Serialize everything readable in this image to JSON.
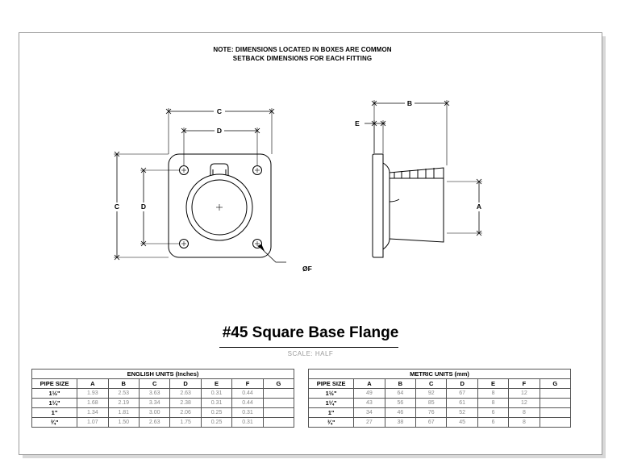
{
  "note": {
    "line1": "NOTE: DIMENSIONS LOCATED IN BOXES ARE COMMON",
    "line2": "SETBACK DIMENSIONS FOR EACH FITTING"
  },
  "labels": {
    "front_c_top": "C",
    "front_d_top": "D",
    "front_c_left": "C",
    "front_d_left": "D",
    "hole_dia": "ØF",
    "side_b": "B",
    "side_e": "E",
    "side_a": "A"
  },
  "title": "#45 Square Base Flange",
  "scale": "SCALE:  HALF",
  "english": {
    "heading": "ENGLISH UNITS (Inches)",
    "columns": [
      "PIPE SIZE",
      "A",
      "B",
      "C",
      "D",
      "E",
      "F",
      "G"
    ],
    "rows": [
      [
        "1½\"",
        "1.93",
        "2.53",
        "3.63",
        "2.63",
        "0.31",
        "0.44",
        ""
      ],
      [
        "1¼\"",
        "1.68",
        "2.19",
        "3.34",
        "2.38",
        "0.31",
        "0.44",
        ""
      ],
      [
        "1\"",
        "1.34",
        "1.81",
        "3.00",
        "2.06",
        "0.25",
        "0.31",
        ""
      ],
      [
        "¾\"",
        "1.07",
        "1.50",
        "2.63",
        "1.75",
        "0.25",
        "0.31",
        ""
      ]
    ]
  },
  "metric": {
    "heading": "METRIC UNITS (mm)",
    "columns": [
      "PIPE SIZE",
      "A",
      "B",
      "C",
      "D",
      "E",
      "F",
      "G"
    ],
    "rows": [
      [
        "1½\"",
        "49",
        "64",
        "92",
        "67",
        "8",
        "12",
        ""
      ],
      [
        "1¼\"",
        "43",
        "56",
        "85",
        "61",
        "8",
        "12",
        ""
      ],
      [
        "1\"",
        "34",
        "46",
        "76",
        "52",
        "6",
        "8",
        ""
      ],
      [
        "¾\"",
        "27",
        "38",
        "67",
        "45",
        "6",
        "8",
        ""
      ]
    ]
  }
}
